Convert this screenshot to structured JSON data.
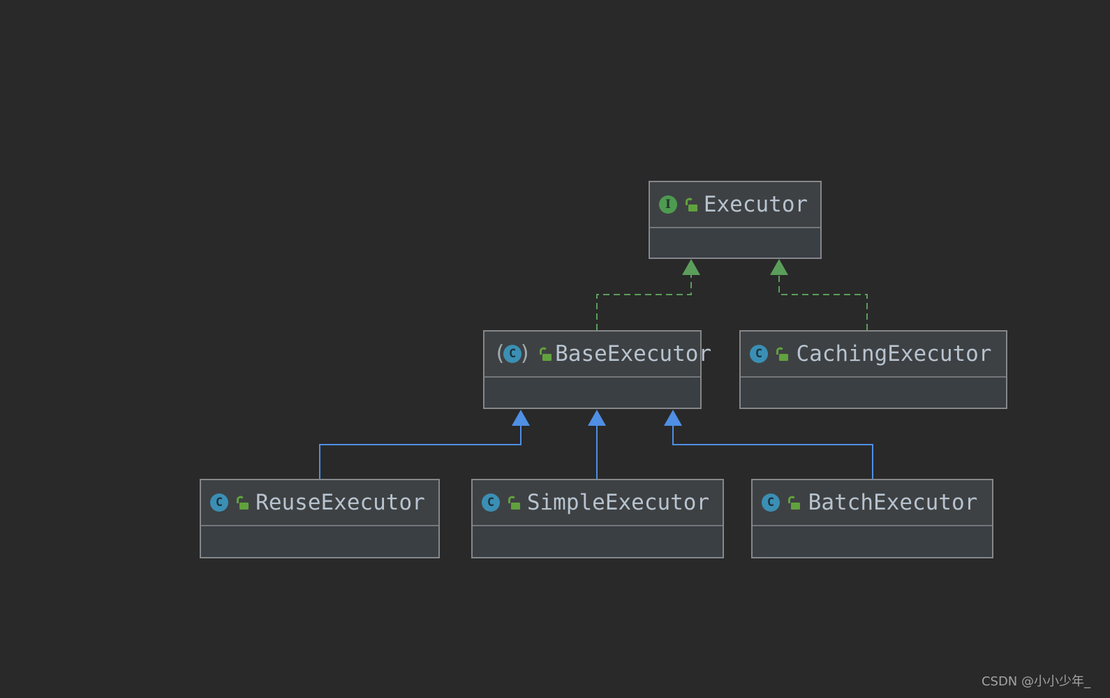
{
  "diagram": {
    "nodes": [
      {
        "id": "executor",
        "label": "Executor",
        "kind": "interface"
      },
      {
        "id": "base-executor",
        "label": "BaseExecutor",
        "kind": "abstract-class"
      },
      {
        "id": "caching-executor",
        "label": "CachingExecutor",
        "kind": "class"
      },
      {
        "id": "reuse-executor",
        "label": "ReuseExecutor",
        "kind": "class"
      },
      {
        "id": "simple-executor",
        "label": "SimpleExecutor",
        "kind": "class"
      },
      {
        "id": "batch-executor",
        "label": "BatchExecutor",
        "kind": "class"
      }
    ],
    "badges": {
      "interface": "I",
      "class": "C",
      "paren_left": "(",
      "paren_right": ")"
    },
    "edges": [
      {
        "from": "BaseExecutor",
        "to": "Executor",
        "type": "implements"
      },
      {
        "from": "CachingExecutor",
        "to": "Executor",
        "type": "implements"
      },
      {
        "from": "ReuseExecutor",
        "to": "BaseExecutor",
        "type": "extends"
      },
      {
        "from": "SimpleExecutor",
        "to": "BaseExecutor",
        "type": "extends"
      },
      {
        "from": "BatchExecutor",
        "to": "BaseExecutor",
        "type": "extends"
      }
    ],
    "colors": {
      "implements": "#5b9e5b",
      "extends": "#4f8fe4",
      "lock": "#61a13e",
      "interface_badge": "#4d9b50",
      "class_badge": "#3b8fb4"
    }
  },
  "watermark": {
    "text": "CSDN @小小少年_"
  }
}
